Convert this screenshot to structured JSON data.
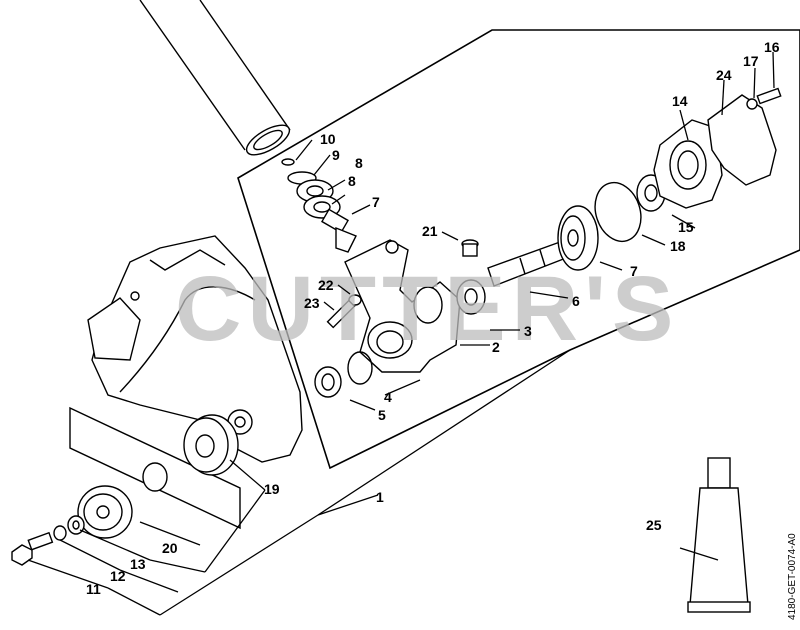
{
  "diagram": {
    "callouts": [
      "1",
      "2",
      "3",
      "4",
      "5",
      "6",
      "7",
      "7",
      "8",
      "8",
      "9",
      "10",
      "11",
      "12",
      "13",
      "14",
      "15",
      "16",
      "17",
      "18",
      "19",
      "20",
      "21",
      "22",
      "23",
      "24",
      "25"
    ],
    "watermark": "CUTTER'S",
    "doc_id": "4180-GET-0074-A0"
  }
}
